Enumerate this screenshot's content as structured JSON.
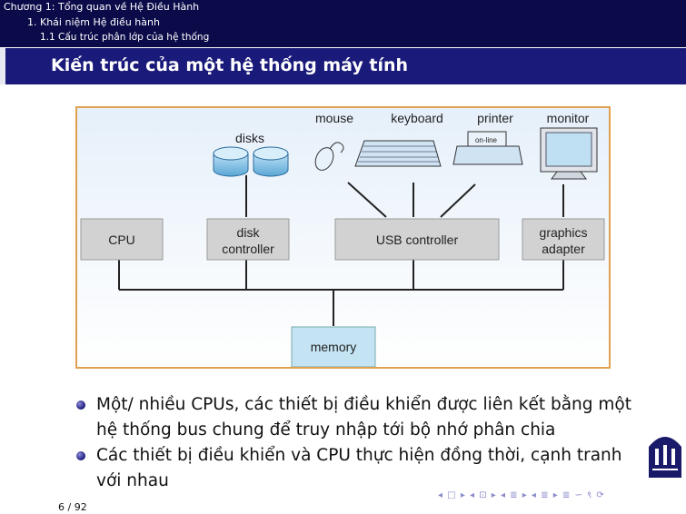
{
  "header": {
    "chapter": "Chương 1: Tổng quan về Hệ Điều Hành",
    "section": "1. Khái niệm Hệ điều hành",
    "subsection": "1.1 Cấu trúc phân lớp của hệ thống"
  },
  "slide": {
    "title": "Kiến trúc của một hệ thống máy tính"
  },
  "diagram": {
    "labels": {
      "disks": "disks",
      "mouse": "mouse",
      "keyboard": "keyboard",
      "printer": "printer",
      "monitor": "monitor",
      "online": "on-line",
      "cpu": "CPU",
      "disk_controller_1": "disk",
      "disk_controller_2": "controller",
      "usb_controller": "USB controller",
      "graphics_adapter_1": "graphics",
      "graphics_adapter_2": "adapter",
      "memory": "memory"
    }
  },
  "bullets": [
    "Một/ nhiều CPUs, các thiết bị điều khiển được liên kết bằng một hệ thống bus chung để truy nhập tới bộ nhớ phân chia",
    "Các thiết bị điều khiển và CPU thực hiện đồng thời, cạnh tranh với nhau"
  ],
  "footer": {
    "page": "6 / 92",
    "nav_symbols": "◂ □ ▸ ◂ ⊡ ▸ ◂ ≣ ▸ ◂ ≣ ▸   ≣   ∽ ९ ⟳"
  }
}
